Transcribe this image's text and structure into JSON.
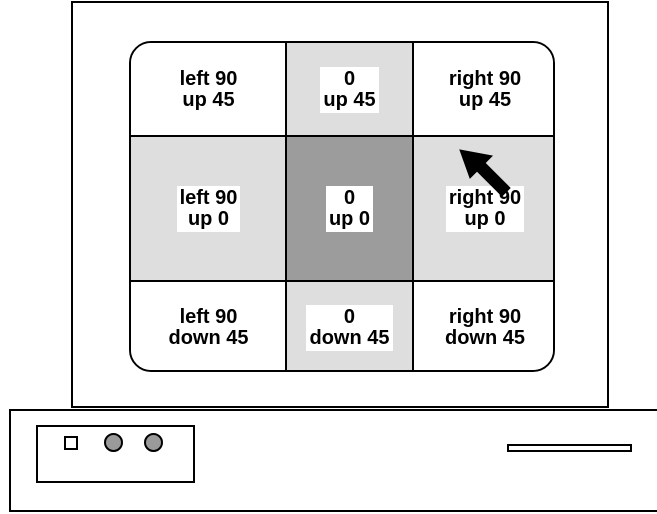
{
  "grid": {
    "cells": [
      {
        "line1": "left 90",
        "line2": "up 45"
      },
      {
        "line1": "0",
        "line2": "up 45"
      },
      {
        "line1": "right 90",
        "line2": "up 45"
      },
      {
        "line1": "left 90",
        "line2": "up 0"
      },
      {
        "line1": "0",
        "line2": "up 0"
      },
      {
        "line1": "right 90",
        "line2": "up 0"
      },
      {
        "line1": "left 90",
        "line2": "down 45"
      },
      {
        "line1": "0",
        "line2": "down 45"
      },
      {
        "line1": "right 90",
        "line2": "down 45"
      }
    ]
  },
  "colors": {
    "light_cell": "#dedede",
    "dark_cell": "#9c9c9c",
    "white_cell": "#ffffff",
    "knob": "#9a9a9a"
  },
  "icons": {
    "cursor": "arrow-cursor-icon",
    "button": "square-button-icon",
    "knobs": "round-knob-icon",
    "slot": "disk-slot-icon"
  }
}
